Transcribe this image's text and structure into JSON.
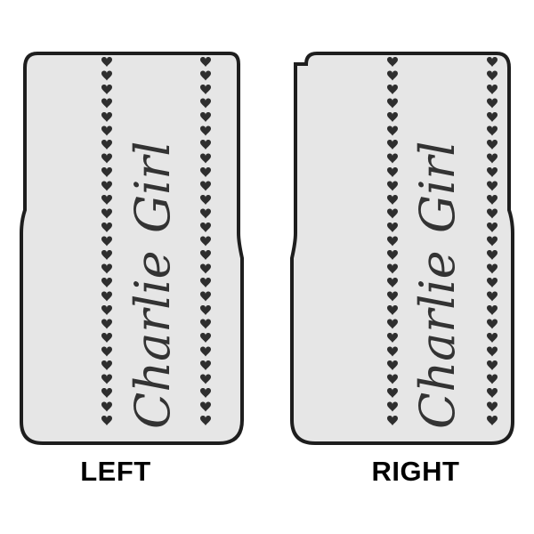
{
  "products": [
    {
      "id": "left",
      "label": "LEFT",
      "word_lower": "Charlie",
      "word_upper": "Girl"
    },
    {
      "id": "right",
      "label": "RIGHT",
      "word_lower": "Charlie",
      "word_upper": "Girl"
    }
  ],
  "colors": {
    "mat_fill": "#e6e6e6",
    "mat_border": "#1e1e1e",
    "hearts": "#2e2e2e",
    "script": "#333333",
    "label": "#000000"
  },
  "icons": [
    "heart-icon"
  ]
}
